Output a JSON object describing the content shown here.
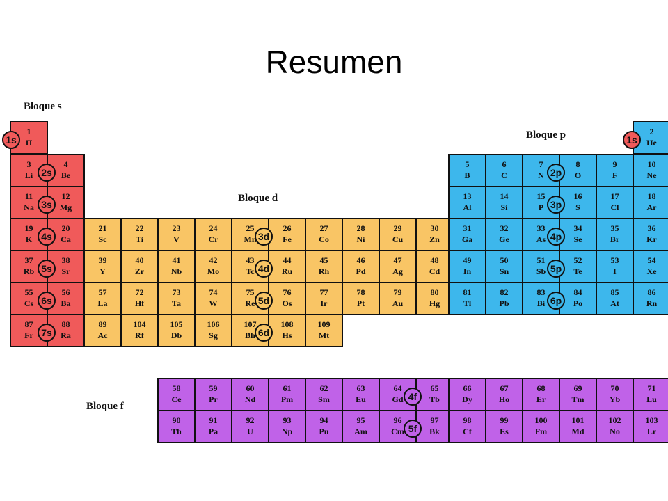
{
  "title": "Resumen",
  "block_labels": {
    "s": "Bloque s",
    "p": "Bloque p",
    "d": "Bloque d",
    "f": "Bloque f"
  },
  "colors": {
    "s": "#f05a5a",
    "p": "#3db7ec",
    "d": "#f9c565",
    "f": "#c062e8"
  },
  "rows": [
    {
      "block": "s",
      "start": 0,
      "elements": [
        [
          "1",
          "H"
        ]
      ]
    },
    {
      "block": "p",
      "start": 17,
      "elements": [
        [
          "2",
          "He"
        ]
      ]
    },
    {
      "block": "s",
      "start": 0,
      "elements": [
        [
          "3",
          "Li"
        ],
        [
          "4",
          "Be"
        ]
      ]
    },
    {
      "block": "p",
      "start": 12,
      "elements": [
        [
          "5",
          "B"
        ],
        [
          "6",
          "C"
        ],
        [
          "7",
          "N"
        ],
        [
          "8",
          "O"
        ],
        [
          "9",
          "F"
        ],
        [
          "10",
          "Ne"
        ]
      ]
    },
    {
      "block": "s",
      "start": 0,
      "elements": [
        [
          "11",
          "Na"
        ],
        [
          "12",
          "Mg"
        ]
      ]
    },
    {
      "block": "p",
      "start": 12,
      "elements": [
        [
          "13",
          "Al"
        ],
        [
          "14",
          "Si"
        ],
        [
          "15",
          "P"
        ],
        [
          "16",
          "S"
        ],
        [
          "17",
          "Cl"
        ],
        [
          "18",
          "Ar"
        ]
      ]
    },
    {
      "block": "s",
      "start": 0,
      "elements": [
        [
          "19",
          "K"
        ],
        [
          "20",
          "Ca"
        ]
      ]
    },
    {
      "block": "d",
      "start": 2,
      "elements": [
        [
          "21",
          "Sc"
        ],
        [
          "22",
          "Ti"
        ],
        [
          "23",
          "V"
        ],
        [
          "24",
          "Cr"
        ],
        [
          "25",
          "Mn"
        ],
        [
          "26",
          "Fe"
        ],
        [
          "27",
          "Co"
        ],
        [
          "28",
          "Ni"
        ],
        [
          "29",
          "Cu"
        ],
        [
          "30",
          "Zn"
        ]
      ]
    },
    {
      "block": "p",
      "start": 12,
      "elements": [
        [
          "31",
          "Ga"
        ],
        [
          "32",
          "Ge"
        ],
        [
          "33",
          "As"
        ],
        [
          "34",
          "Se"
        ],
        [
          "35",
          "Br"
        ],
        [
          "36",
          "Kr"
        ]
      ]
    },
    {
      "block": "s",
      "start": 0,
      "elements": [
        [
          "37",
          "Rb"
        ],
        [
          "38",
          "Sr"
        ]
      ]
    },
    {
      "block": "d",
      "start": 2,
      "elements": [
        [
          "39",
          "Y"
        ],
        [
          "40",
          "Zr"
        ],
        [
          "41",
          "Nb"
        ],
        [
          "42",
          "Mo"
        ],
        [
          "43",
          "Tc"
        ],
        [
          "44",
          "Ru"
        ],
        [
          "45",
          "Rh"
        ],
        [
          "46",
          "Pd"
        ],
        [
          "47",
          "Ag"
        ],
        [
          "48",
          "Cd"
        ]
      ]
    },
    {
      "block": "p",
      "start": 12,
      "elements": [
        [
          "49",
          "In"
        ],
        [
          "50",
          "Sn"
        ],
        [
          "51",
          "Sb"
        ],
        [
          "52",
          "Te"
        ],
        [
          "53",
          "I"
        ],
        [
          "54",
          "Xe"
        ]
      ]
    },
    {
      "block": "s",
      "start": 0,
      "elements": [
        [
          "55",
          "Cs"
        ],
        [
          "56",
          "Ba"
        ]
      ]
    },
    {
      "block": "d",
      "start": 2,
      "elements": [
        [
          "57",
          "La"
        ],
        [
          "72",
          "Hf"
        ],
        [
          "73",
          "Ta"
        ],
        [
          "74",
          "W"
        ],
        [
          "75",
          "Re"
        ],
        [
          "76",
          "Os"
        ],
        [
          "77",
          "Ir"
        ],
        [
          "78",
          "Pt"
        ],
        [
          "79",
          "Au"
        ],
        [
          "80",
          "Hg"
        ]
      ]
    },
    {
      "block": "p",
      "start": 12,
      "elements": [
        [
          "81",
          "Tl"
        ],
        [
          "82",
          "Pb"
        ],
        [
          "83",
          "Bi"
        ],
        [
          "84",
          "Po"
        ],
        [
          "85",
          "At"
        ],
        [
          "86",
          "Rn"
        ]
      ]
    },
    {
      "block": "s",
      "start": 0,
      "elements": [
        [
          "87",
          "Fr"
        ],
        [
          "88",
          "Ra"
        ]
      ]
    },
    {
      "block": "d",
      "start": 2,
      "elements": [
        [
          "89",
          "Ac"
        ],
        [
          "104",
          "Rf"
        ],
        [
          "105",
          "Db"
        ],
        [
          "106",
          "Sg"
        ],
        [
          "107",
          "Bh"
        ],
        [
          "108",
          "Hs"
        ],
        [
          "109",
          "Mt"
        ]
      ]
    },
    {
      "block": "f",
      "start": 4,
      "elements": [
        [
          "58",
          "Ce"
        ],
        [
          "59",
          "Pr"
        ],
        [
          "60",
          "Nd"
        ],
        [
          "61",
          "Pm"
        ],
        [
          "62",
          "Sm"
        ],
        [
          "63",
          "Eu"
        ],
        [
          "64",
          "Gd"
        ],
        [
          "65",
          "Tb"
        ],
        [
          "66",
          "Dy"
        ],
        [
          "67",
          "Ho"
        ],
        [
          "68",
          "Er"
        ],
        [
          "69",
          "Tm"
        ],
        [
          "70",
          "Yb"
        ],
        [
          "71",
          "Lu"
        ]
      ]
    },
    {
      "block": "f",
      "start": 4,
      "elements": [
        [
          "90",
          "Th"
        ],
        [
          "91",
          "Pa"
        ],
        [
          "92",
          "U"
        ],
        [
          "93",
          "Np"
        ],
        [
          "94",
          "Pu"
        ],
        [
          "95",
          "Am"
        ],
        [
          "96",
          "Cm"
        ],
        [
          "97",
          "Bk"
        ],
        [
          "98",
          "Cf"
        ],
        [
          "99",
          "Es"
        ],
        [
          "100",
          "Fm"
        ],
        [
          "101",
          "Md"
        ],
        [
          "102",
          "No"
        ],
        [
          "103",
          "Lr"
        ]
      ]
    }
  ],
  "orbitals": [
    {
      "label": "1s",
      "block": "s"
    },
    {
      "label": "1s",
      "block": "s"
    },
    {
      "label": "2s",
      "block": "s"
    },
    {
      "label": "3s",
      "block": "s"
    },
    {
      "label": "4s",
      "block": "s"
    },
    {
      "label": "5s",
      "block": "s"
    },
    {
      "label": "6s",
      "block": "s"
    },
    {
      "label": "7s",
      "block": "s"
    },
    {
      "label": "2p",
      "block": "p"
    },
    {
      "label": "3p",
      "block": "p"
    },
    {
      "label": "4p",
      "block": "p"
    },
    {
      "label": "5p",
      "block": "p"
    },
    {
      "label": "6p",
      "block": "p"
    },
    {
      "label": "3d",
      "block": "d"
    },
    {
      "label": "4d",
      "block": "d"
    },
    {
      "label": "5d",
      "block": "d"
    },
    {
      "label": "6d",
      "block": "d"
    },
    {
      "label": "4f",
      "block": "f"
    },
    {
      "label": "5f",
      "block": "f"
    }
  ]
}
